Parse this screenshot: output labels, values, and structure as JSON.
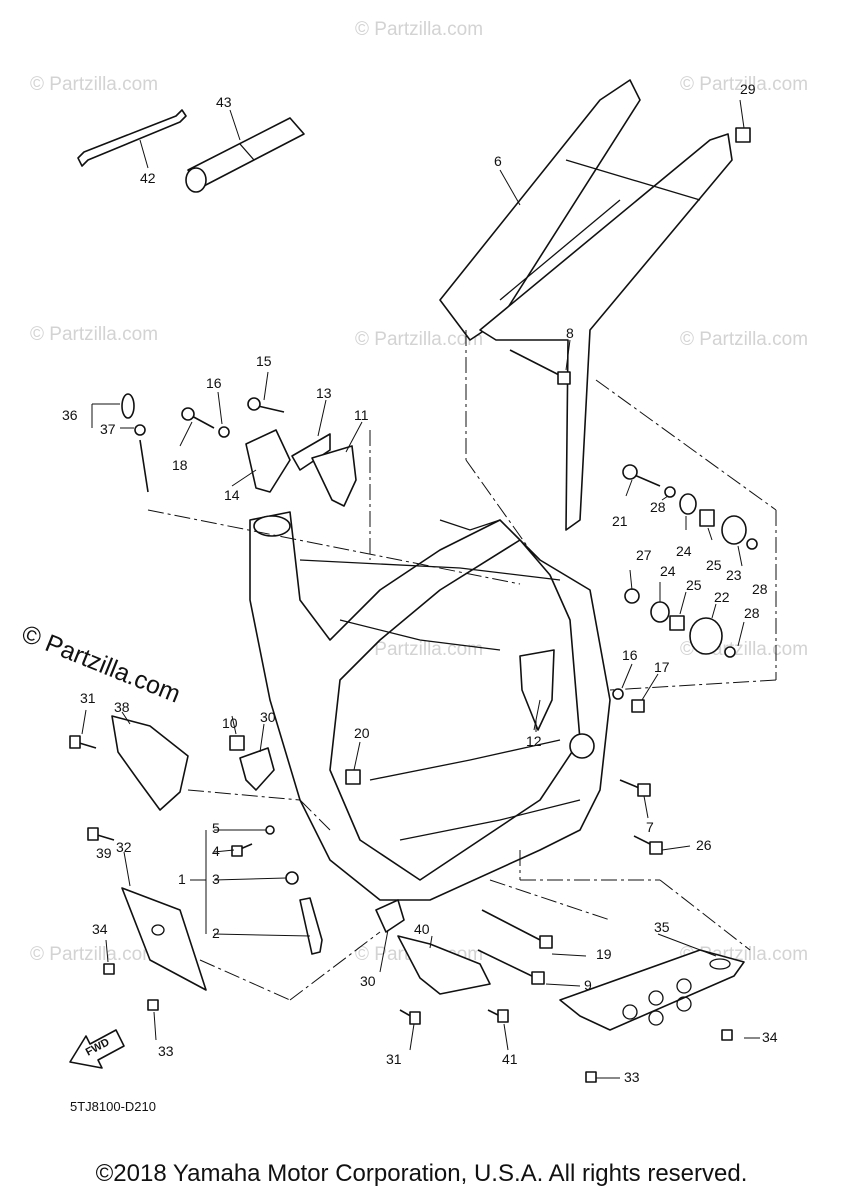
{
  "watermark": {
    "text": "© Partzilla.com",
    "big_text": "© Partzilla.com"
  },
  "callouts": [
    "1",
    "2",
    "3",
    "4",
    "5",
    "6",
    "7",
    "8",
    "9",
    "10",
    "11",
    "12",
    "13",
    "14",
    "15",
    "16",
    "17",
    "18",
    "19",
    "20",
    "21",
    "22",
    "23",
    "24",
    "25",
    "26",
    "27",
    "28",
    "29",
    "30",
    "31",
    "32",
    "33",
    "34",
    "35",
    "36",
    "37",
    "38",
    "39",
    "40",
    "41",
    "42",
    "43"
  ],
  "labels": {
    "l42": "42",
    "l43": "43",
    "l29": "29",
    "l6": "6",
    "l8": "8",
    "l15": "15",
    "l16a": "16",
    "l13": "13",
    "l11": "11",
    "l36": "36",
    "l37": "37",
    "l18": "18",
    "l14": "14",
    "l21": "21",
    "l28a": "28",
    "l24a": "24",
    "l25a": "25",
    "l23": "23",
    "l28b": "28",
    "l27": "27",
    "l24b": "24",
    "l25b": "25",
    "l22": "22",
    "l28c": "28",
    "l16b": "16",
    "l17": "17",
    "l12": "12",
    "l10": "10",
    "l30a": "30",
    "l20": "20",
    "l31a": "31",
    "l38": "38",
    "l39": "39",
    "l5": "5",
    "l4": "4",
    "l1": "1",
    "l3": "3",
    "l2": "2",
    "l7": "7",
    "l26": "26",
    "l32": "32",
    "l34a": "34",
    "l33a": "33",
    "l19": "19",
    "l35": "35",
    "l40": "40",
    "l9": "9",
    "l30b": "30",
    "l34b": "34",
    "l31b": "31",
    "l41": "41",
    "l33b": "33"
  },
  "fwd_label": "FWD",
  "diagram_code": "5TJ8100-D210",
  "copyright": "©2018 Yamaha Motor Corporation, U.S.A. All rights reserved."
}
